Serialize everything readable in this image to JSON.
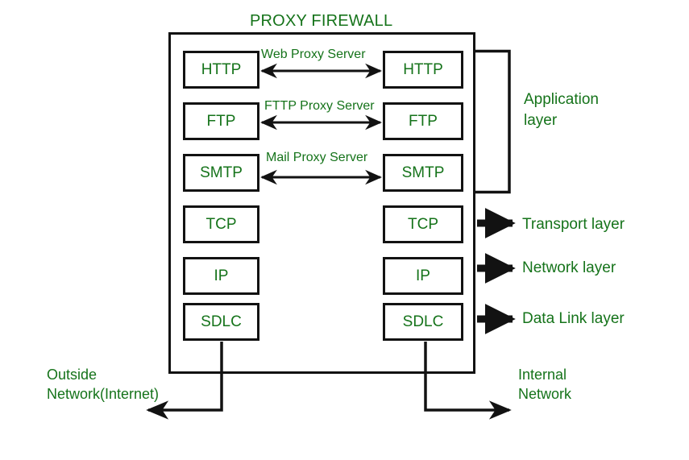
{
  "diagram": {
    "title": "PROXY FIREWALL",
    "rows": [
      {
        "left": "HTTP",
        "right": "HTTP",
        "proxy": "Web Proxy Server"
      },
      {
        "left": "FTP",
        "right": "FTP",
        "proxy": "FTTP Proxy Server"
      },
      {
        "left": "SMTP",
        "right": "SMTP",
        "proxy": "Mail Proxy Server"
      },
      {
        "left": "TCP",
        "right": "TCP",
        "proxy": ""
      },
      {
        "left": "IP",
        "right": "IP",
        "proxy": ""
      },
      {
        "left": "SDLC",
        "right": "SDLC",
        "proxy": ""
      }
    ],
    "layers": {
      "application_line1": "Application",
      "application_line2": "layer",
      "transport": "Transport layer",
      "network": "Network layer",
      "datalink": "Data Link layer"
    },
    "networks": {
      "outside_line1": "Outside",
      "outside_line2": "Network(Internet)",
      "internal_line1": "Internal",
      "internal_line2": "Network"
    },
    "colors": {
      "text_green": "#15731a",
      "stroke_black": "#121212",
      "background": "#ffffff"
    }
  }
}
